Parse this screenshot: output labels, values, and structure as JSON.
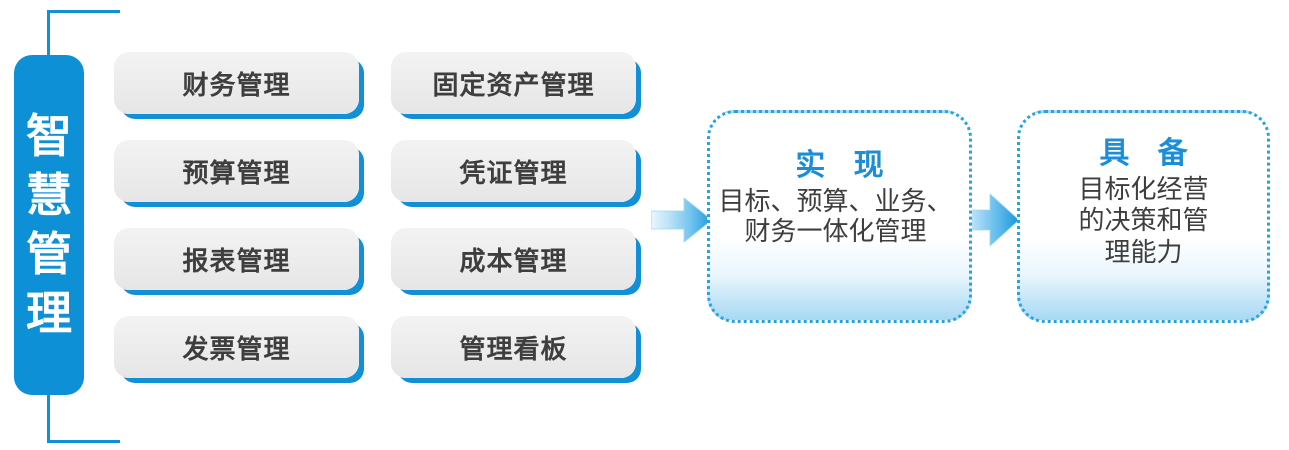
{
  "theme": {
    "accent_blue": "#1190D8",
    "title_blue": "#1C8ED8",
    "panel_border_blue": "#29A3E0",
    "box_gray": "#EDEDED",
    "text_dark": "#3E3E3E",
    "pillar_blue": "#0E90D6"
  },
  "pillar": {
    "name": "智慧管理",
    "chars": [
      "智",
      "慧",
      "管",
      "理"
    ]
  },
  "modules": {
    "columns": 2,
    "rows": 4,
    "items": [
      {
        "label": "财务管理",
        "col": 0,
        "row": 0
      },
      {
        "label": "固定资产管理",
        "col": 1,
        "row": 0
      },
      {
        "label": "预算管理",
        "col": 0,
        "row": 1
      },
      {
        "label": "凭证管理",
        "col": 1,
        "row": 1
      },
      {
        "label": "报表管理",
        "col": 0,
        "row": 2
      },
      {
        "label": "成本管理",
        "col": 1,
        "row": 2
      },
      {
        "label": "发票管理",
        "col": 0,
        "row": 3
      },
      {
        "label": "管理看板",
        "col": 1,
        "row": 3
      }
    ]
  },
  "arrows": [
    {
      "name": "arrow-modules-to-realize",
      "direction": "right"
    },
    {
      "name": "arrow-realize-to-equip",
      "direction": "right"
    }
  ],
  "panels": [
    {
      "title": "实 现",
      "lines": [
        "目标、预算、业务、",
        "财务一体化管理"
      ]
    },
    {
      "title": "具 备",
      "lines": [
        "目标化经营",
        "的决策和管",
        "理能力"
      ]
    }
  ]
}
